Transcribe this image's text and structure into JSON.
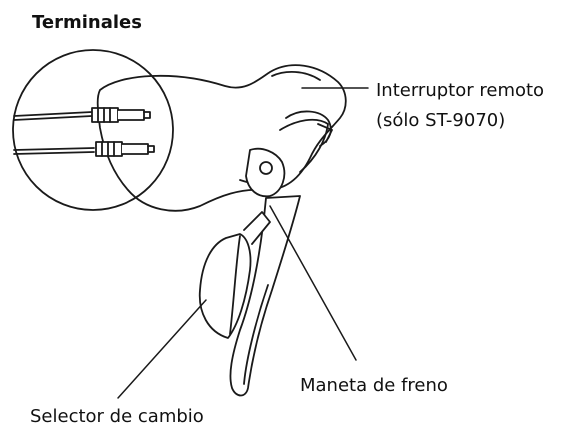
{
  "labels": {
    "terminals": "Terminales",
    "remote_switch_line1": "Interruptor remoto",
    "remote_switch_line2": "(sólo ST-9070)",
    "brake_lever": "Maneta de freno",
    "shift_selector": "Selector de cambio"
  },
  "colors": {
    "line": "#1a1a1a",
    "fill": "#ffffff"
  }
}
